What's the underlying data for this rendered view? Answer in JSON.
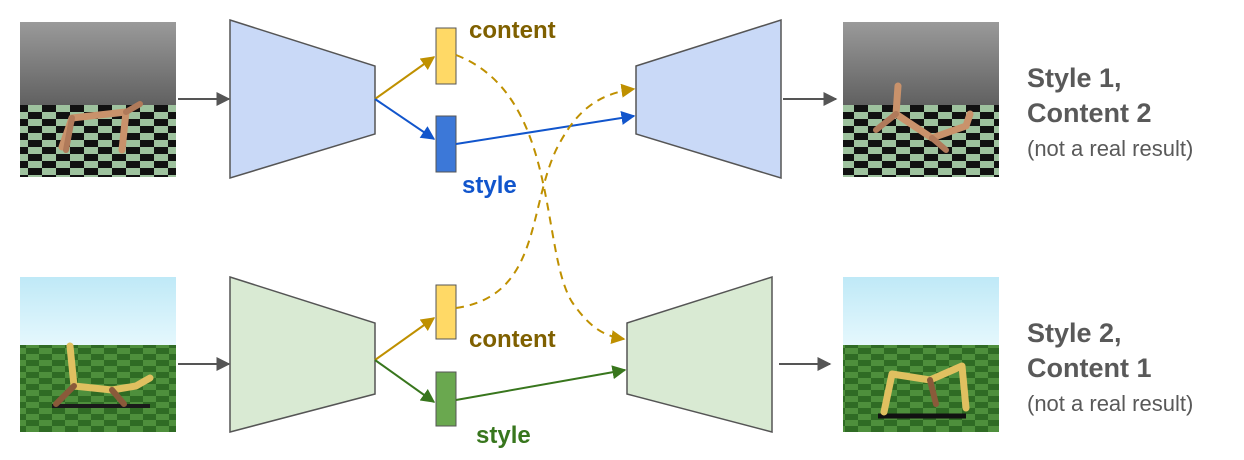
{
  "top": {
    "content_label": "content",
    "style_label": "style",
    "caption_line1": "Style 1,",
    "caption_line2": "Content 2",
    "caption_note": "(not a real result)"
  },
  "bottom": {
    "content_label": "content",
    "style_label": "style",
    "caption_line1": "Style 2,",
    "caption_line2": "Content 1",
    "caption_note": "(not a real result)"
  },
  "colors": {
    "encoder_top": "#c9d9f7",
    "encoder_bottom": "#d9ead3",
    "content_code": "#ffd966",
    "style_code_top": "#3c78d8",
    "style_code_bottom": "#6aa84f",
    "content_arrow": "#bf9000",
    "style_arrow_top": "#1155cc",
    "style_arrow_bottom": "#38761d",
    "content_text": "#7f6000"
  }
}
